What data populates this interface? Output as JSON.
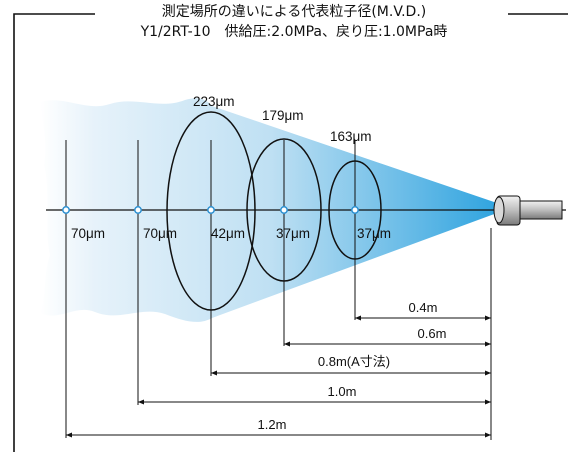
{
  "title": {
    "line1": "測定場所の違いによる代表粒子径(M.V.D.)",
    "line2": "Y1/2RT-10　供給圧:2.0MPa、戻り圧:1.0MPa時"
  },
  "points": [
    {
      "distance": "1.2m",
      "size_label": "70μm"
    },
    {
      "distance": "1.0m",
      "size_label": "70μm"
    },
    {
      "distance": "0.8m(A寸法)",
      "size_label": "42μm"
    },
    {
      "distance": "0.6m",
      "size_label": "37μm"
    },
    {
      "distance": "0.4m",
      "size_label": "37μm"
    }
  ],
  "top_labels": [
    "223μm",
    "179μm",
    "163μm"
  ],
  "colors": {
    "spray_light": "#e6f2fa",
    "spray_dark": "#2ea3df",
    "line": "#111111",
    "marker": "#2b8fd0"
  }
}
